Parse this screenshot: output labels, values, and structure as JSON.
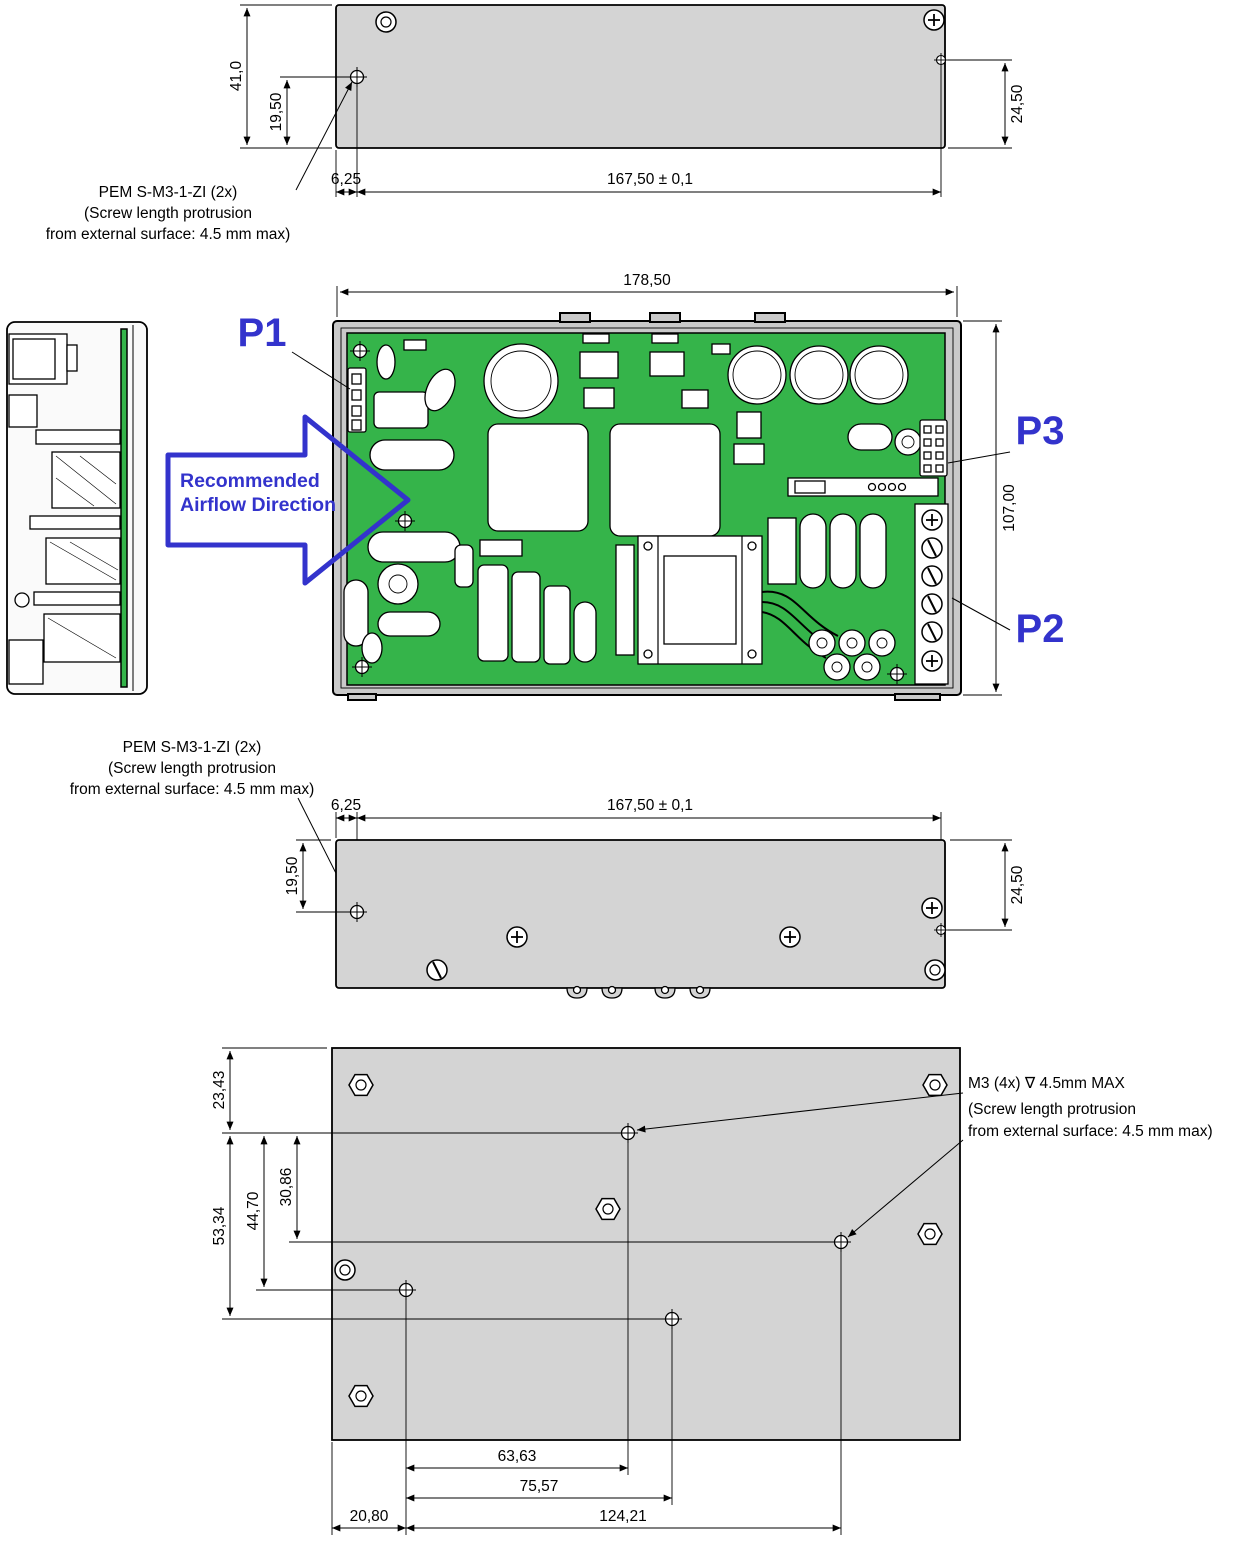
{
  "colors": {
    "panel_gray": "#d4d4d4",
    "chassis_gray": "#c9c9c9",
    "pcb_green": "#35b44a",
    "accent_blue": "#3333cc"
  },
  "notes": {
    "pem": {
      "line1": "PEM S-M3-1-ZI (2x)",
      "line2": "(Screw length protrusion",
      "line3": "from external surface: 4.5 mm max)"
    },
    "m3": {
      "line1": "M3 (4x) ∇ 4.5mm MAX",
      "line2": "(Screw length protrusion",
      "line3": "from external surface: 4.5 mm max)"
    },
    "airflow": {
      "line1": "Recommended",
      "line2": "Airflow Direction"
    }
  },
  "connectors": {
    "p1": "P1",
    "p2": "P2",
    "p3": "P3"
  },
  "dimensions": {
    "top_flange": {
      "height_total": "41,0",
      "hole_offset_y": "19,50",
      "hole_offset_right": "24,50",
      "hole_offset_x": "6,25",
      "hole_pitch": "167,50 ± 0,1"
    },
    "main_view": {
      "width": "178,50",
      "depth": "107,00"
    },
    "bottom_flange": {
      "hole_offset_x": "6,25",
      "hole_pitch": "167,50 ± 0,1",
      "hole_offset_y": "19,50",
      "hole_offset_right": "24,50"
    },
    "bottom_view": {
      "v_23": "23,43",
      "v_53": "53,34",
      "v_44": "44,70",
      "v_30": "30,86",
      "h_63": "63,63",
      "h_75": "75,57",
      "h_124": "124,21",
      "h_20": "20,80"
    }
  }
}
